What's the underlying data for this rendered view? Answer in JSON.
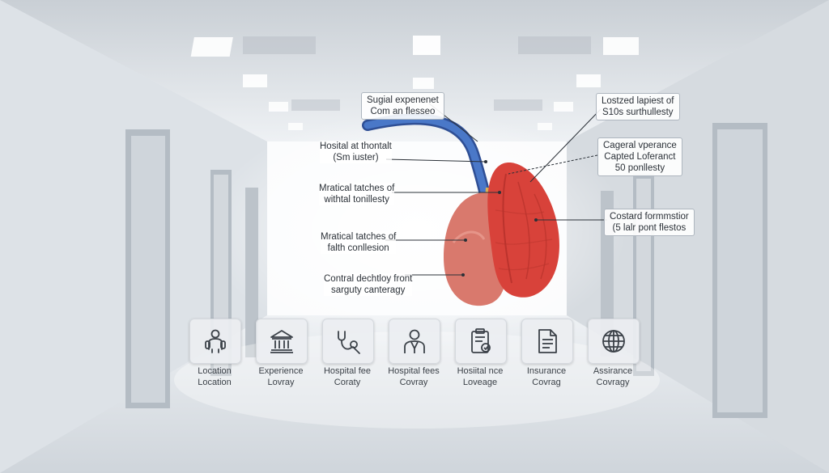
{
  "callouts": {
    "surgical": [
      "Sugial expenenet",
      "Com an flesseo"
    ],
    "hospital": [
      "Hosital at thontalt",
      "(Sm iuster)"
    ],
    "matches_1": [
      "Mratical tatches of",
      "withtal tonillesty"
    ],
    "matches_2": [
      "Mratical tatches of",
      "falth conllesion"
    ],
    "control": [
      "Contral dechtloy front",
      "sarguty canteragy"
    ],
    "lostzed": [
      "Lostzed lapiest of",
      "S10s surthullesty"
    ],
    "cagted": [
      "Cageral vperance",
      "Capted Loferanct",
      "50 ponllesty"
    ],
    "costard": [
      "Costard formmstior",
      "(5 lalr pont flestos"
    ]
  },
  "tiles": [
    {
      "icon": "person-icon",
      "label": [
        "Location",
        "Location"
      ]
    },
    {
      "icon": "building-icon",
      "label": [
        "Experience",
        "Lovray"
      ]
    },
    {
      "icon": "stethoscope-icon",
      "label": [
        "Hospital fee",
        "Coraty"
      ]
    },
    {
      "icon": "doctor-icon",
      "label": [
        "Hospital fees",
        "Covray"
      ]
    },
    {
      "icon": "clipboard-icon",
      "label": [
        "Hosiital nce",
        "Loveage"
      ]
    },
    {
      "icon": "document-icon",
      "label": [
        "Insurance",
        "Covrag"
      ]
    },
    {
      "icon": "globe-icon",
      "label": [
        "Assirance",
        "Covragy"
      ]
    }
  ],
  "colors": {
    "organ_red": "#d8423a",
    "organ_pink": "#d97a6f",
    "tube_blue": "#3c66b6",
    "ink": "#2b3138"
  }
}
